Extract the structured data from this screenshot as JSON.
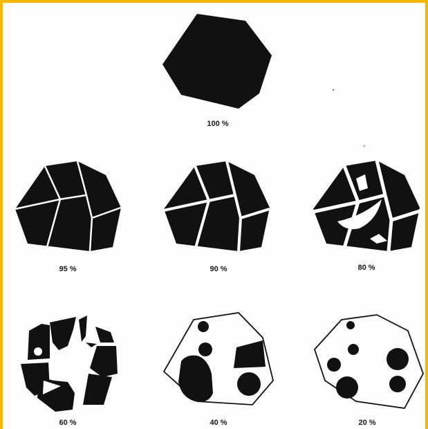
{
  "frame": {
    "border_color": "#f5b800",
    "fill_color": "#111111"
  },
  "panels": [
    {
      "label": "100 %"
    },
    {
      "label": "95 %"
    },
    {
      "label": "90 %"
    },
    {
      "label": "80 %"
    },
    {
      "label": "60 %"
    },
    {
      "label": "40 %"
    },
    {
      "label": "20 %"
    }
  ]
}
